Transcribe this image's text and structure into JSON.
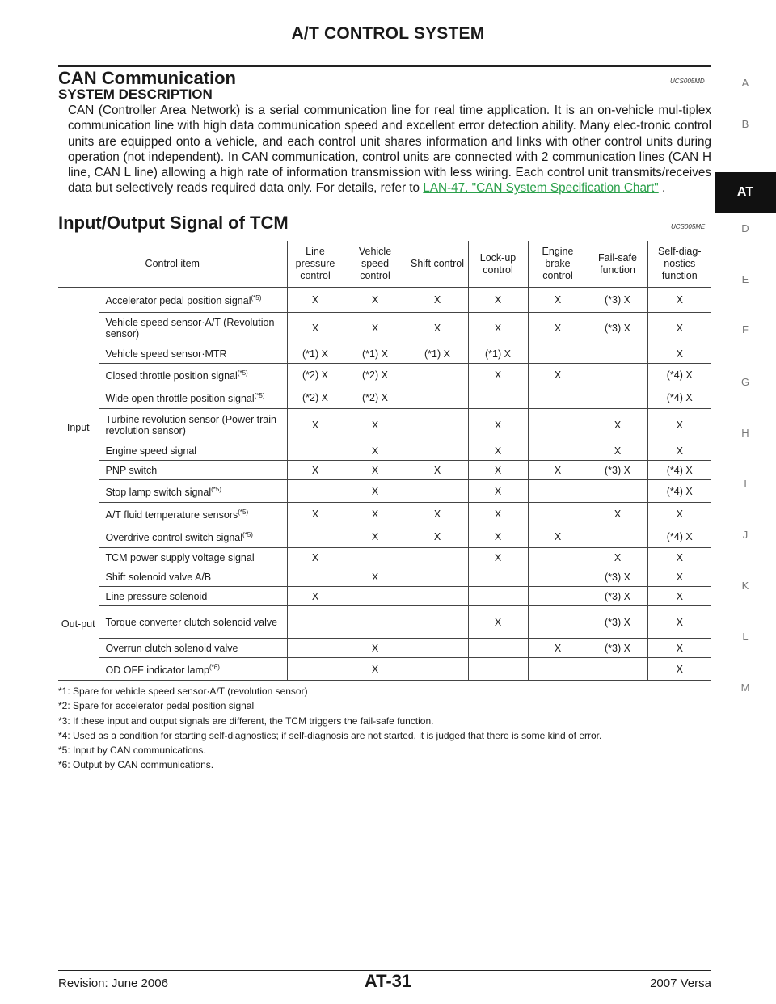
{
  "header": {
    "title": "A/T CONTROL SYSTEM"
  },
  "sidebar": {
    "letters": [
      "A",
      "B",
      "AT",
      "D",
      "E",
      "F",
      "G",
      "H",
      "I",
      "J",
      "K",
      "L",
      "M"
    ],
    "active": "AT"
  },
  "section1": {
    "title": "CAN Communication",
    "code": "UCS005MD",
    "subtitle": "SYSTEM DESCRIPTION",
    "paragraph": "CAN (Controller Area Network) is a serial communication line for real time application. It is an on-vehicle mul-tiplex communication line with high data communication speed and excellent error detection ability. Many elec-tronic control units are equipped onto a vehicle, and each control unit shares information and links with other control units during operation (not independent). In CAN communication, control units are connected with 2 communication lines (CAN H line, CAN L line) allowing a high rate of information transmission with less wiring. Each control unit transmits/receives data but selectively reads required data only. For details, refer to",
    "link_text": "LAN-47, \"CAN System Specification Chart\"",
    "paragraph_end": " ."
  },
  "section2": {
    "title": "Input/Output Signal of TCM",
    "code": "UCS005ME"
  },
  "table": {
    "headers": [
      "Control item",
      "Line pressure control",
      "Vehicle speed control",
      "Shift control",
      "Lock-up control",
      "Engine brake control",
      "Fail-safe function",
      "Self-diag-nostics function"
    ],
    "groups": [
      {
        "label": "Input",
        "rows": [
          {
            "item": "Accelerator pedal position signal",
            "sup": "(*5)",
            "cells": [
              "X",
              "X",
              "X",
              "X",
              "X",
              "(*3) X",
              "X"
            ]
          },
          {
            "item": "Vehicle speed sensor·A/T (Revolution sensor)",
            "sup": "",
            "cells": [
              "X",
              "X",
              "X",
              "X",
              "X",
              "(*3) X",
              "X"
            ]
          },
          {
            "item": "Vehicle speed sensor·MTR",
            "sup": "",
            "cells": [
              "(*1)  X",
              "(*1) X",
              "(*1) X",
              "(*1) X",
              "",
              "",
              "X"
            ]
          },
          {
            "item": "Closed throttle position signal",
            "sup": "(*5)",
            "cells": [
              "(*2) X",
              "(*2) X",
              "",
              "X",
              "X",
              "",
              "(*4) X"
            ]
          },
          {
            "item": "Wide open throttle position signal",
            "sup": "(*5)",
            "cells": [
              "(*2) X",
              "(*2) X",
              "",
              "",
              "",
              "",
              "(*4) X"
            ]
          },
          {
            "item": "Turbine revolution sensor (Power train revolution sensor)",
            "sup": "",
            "cells": [
              "X",
              "X",
              "",
              "X",
              "",
              "X",
              "X"
            ]
          },
          {
            "item": "Engine speed signal",
            "sup": "",
            "cells": [
              "",
              "X",
              "",
              "X",
              "",
              "X",
              "X"
            ]
          },
          {
            "item": "PNP switch",
            "sup": "",
            "cells": [
              "X",
              "X",
              "X",
              "X",
              "X",
              "(*3) X",
              "(*4) X"
            ]
          },
          {
            "item": "Stop lamp switch signal",
            "sup": "(*5)",
            "cells": [
              "",
              "X",
              "",
              "X",
              "",
              "",
              "(*4) X"
            ]
          },
          {
            "item": "A/T fluid temperature sensors",
            "sup": "(*5)",
            "cells": [
              "X",
              "X",
              "X",
              "X",
              "",
              "X",
              "X"
            ]
          },
          {
            "item": "Overdrive control switch signal",
            "sup": "(*5)",
            "cells": [
              "",
              "X",
              "X",
              "X",
              "X",
              "",
              "(*4) X"
            ]
          },
          {
            "item": "TCM power supply voltage signal",
            "sup": "",
            "cells": [
              "X",
              "",
              "",
              "X",
              "",
              "X",
              "X"
            ]
          }
        ]
      },
      {
        "label": "Out-put",
        "rows": [
          {
            "item": "Shift solenoid valve A/B",
            "sup": "",
            "cells": [
              "",
              "X",
              "",
              "",
              "",
              "(*3) X",
              "X"
            ]
          },
          {
            "item": "Line pressure solenoid",
            "sup": "",
            "cells": [
              "X",
              "",
              "",
              "",
              "",
              "(*3) X",
              "X"
            ]
          },
          {
            "item": "Torque converter clutch solenoid valve",
            "sup": "",
            "cells": [
              "",
              "",
              "",
              "X",
              "",
              "(*3) X",
              "X"
            ]
          },
          {
            "item": "Overrun clutch solenoid valve",
            "sup": "",
            "cells": [
              "",
              "X",
              "",
              "",
              "X",
              "(*3) X",
              "X"
            ]
          },
          {
            "item": "OD OFF indicator lamp",
            "sup": "(*6)",
            "cells": [
              "",
              "X",
              "",
              "",
              "",
              "",
              "X"
            ]
          }
        ]
      }
    ]
  },
  "footnotes": [
    "*1: Spare for vehicle speed sensor·A/T (revolution sensor)",
    "*2: Spare for accelerator pedal position signal",
    "*3: If these input and output signals are different, the TCM triggers the fail-safe function.",
    "*4: Used as a condition for starting self-diagnostics; if self-diagnosis are not started, it is judged that there is some kind of error.",
    "*5: Input by CAN communications.",
    "*6: Output by CAN communications."
  ],
  "footer": {
    "revision": "Revision: June 2006",
    "page": "AT-31",
    "model": "2007 Versa"
  }
}
